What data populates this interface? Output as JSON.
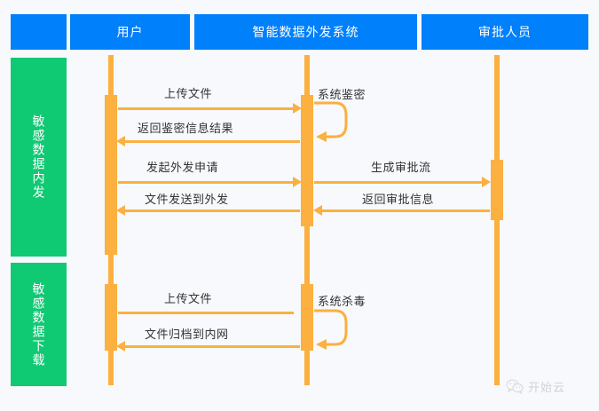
{
  "diagram": {
    "type": "sequence-diagram",
    "colors": {
      "actor_header": "#0080fb",
      "phase_label": "#10c973",
      "lifeline": "#fbb040",
      "background": "#f7f9fc",
      "message_text": "#333333"
    },
    "actors": [
      {
        "id": "phase-col",
        "label": ""
      },
      {
        "id": "user",
        "label": "用户"
      },
      {
        "id": "system",
        "label": "智能数据外发系统"
      },
      {
        "id": "approver",
        "label": "审批人员"
      }
    ],
    "phases": [
      {
        "id": "phase-outbound",
        "label": "敏感数据内发"
      },
      {
        "id": "phase-download",
        "label": "敏感数据下载"
      }
    ],
    "messages": [
      {
        "id": "m1",
        "label": "上传文件",
        "from": "user",
        "to": "system",
        "direction": "right",
        "arrowhead": true
      },
      {
        "id": "m2",
        "label": "系统鉴密",
        "from": "system",
        "to": "system",
        "direction": "self",
        "arrowhead": true
      },
      {
        "id": "m3",
        "label": "返回鉴密信息结果",
        "from": "system",
        "to": "user",
        "direction": "left",
        "arrowhead": true
      },
      {
        "id": "m4",
        "label": "发起外发申请",
        "from": "user",
        "to": "system",
        "direction": "right",
        "arrowhead": true
      },
      {
        "id": "m5",
        "label": "生成审批流",
        "from": "system",
        "to": "approver",
        "direction": "right",
        "arrowhead": true
      },
      {
        "id": "m6",
        "label": "文件发送到外发",
        "from": "system",
        "to": "user",
        "direction": "left",
        "arrowhead": true
      },
      {
        "id": "m7",
        "label": "返回审批信息",
        "from": "approver",
        "to": "system",
        "direction": "left",
        "arrowhead": true
      },
      {
        "id": "m8",
        "label": "上传文件",
        "from": "user",
        "to": "system",
        "direction": "right",
        "arrowhead": false
      },
      {
        "id": "m9",
        "label": "系统杀毒",
        "from": "system",
        "to": "system",
        "direction": "self",
        "arrowhead": true
      },
      {
        "id": "m10",
        "label": "文件归档到内网",
        "from": "system",
        "to": "user",
        "direction": "left",
        "arrowhead": true
      }
    ]
  },
  "watermark": {
    "icon": "wechat-logo-icon",
    "text": "开始云"
  }
}
